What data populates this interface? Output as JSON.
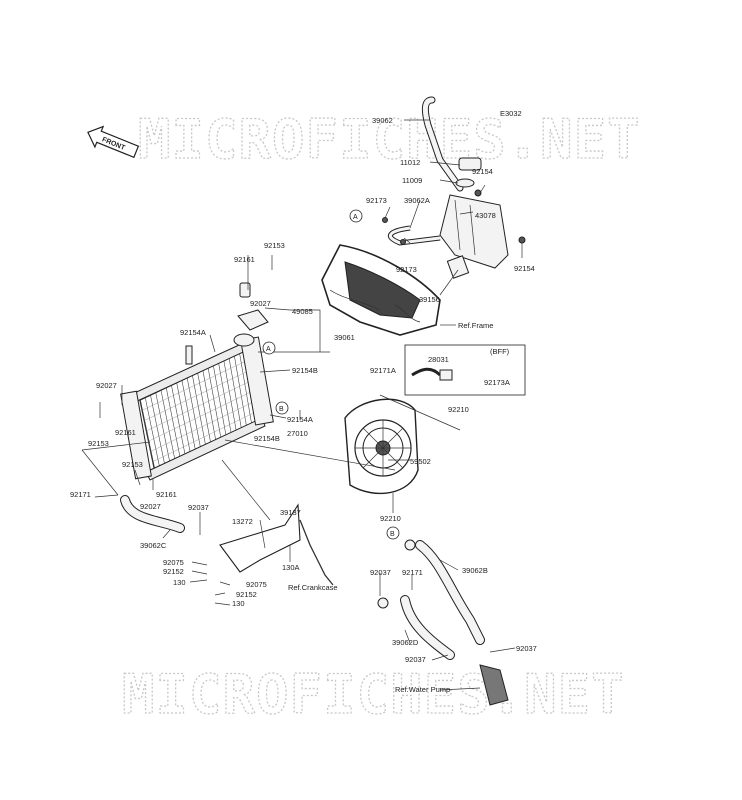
{
  "diagram_code": "E3032",
  "front_arrow": "FRONT",
  "watermarks": [
    "MICROFICHES.NET",
    "MICROFICHES.NET"
  ],
  "refs": {
    "frame": "Ref.Frame",
    "crankcase": "Ref.Crankcase",
    "water_pump": "Ref.Water Pump",
    "bff": "(BFF)"
  },
  "markers": [
    "A",
    "A",
    "B",
    "B"
  ],
  "parts": [
    "39062",
    "11012",
    "92154",
    "11009",
    "92173",
    "39062A",
    "43078",
    "92173",
    "92154",
    "39156",
    "92153",
    "92161",
    "92027",
    "49085",
    "39061",
    "92154A",
    "92154B",
    "92171A",
    "28031",
    "92173A",
    "92027",
    "92161",
    "92153",
    "92154A",
    "27010",
    "92210",
    "92154B",
    "59502",
    "92153",
    "92027",
    "92161",
    "92171",
    "92037",
    "39062C",
    "13272",
    "39137",
    "92075",
    "92152",
    "130",
    "130A",
    "92075",
    "92152",
    "130",
    "92210",
    "92037",
    "92171",
    "39062B",
    "39062D",
    "92037",
    "92037"
  ]
}
